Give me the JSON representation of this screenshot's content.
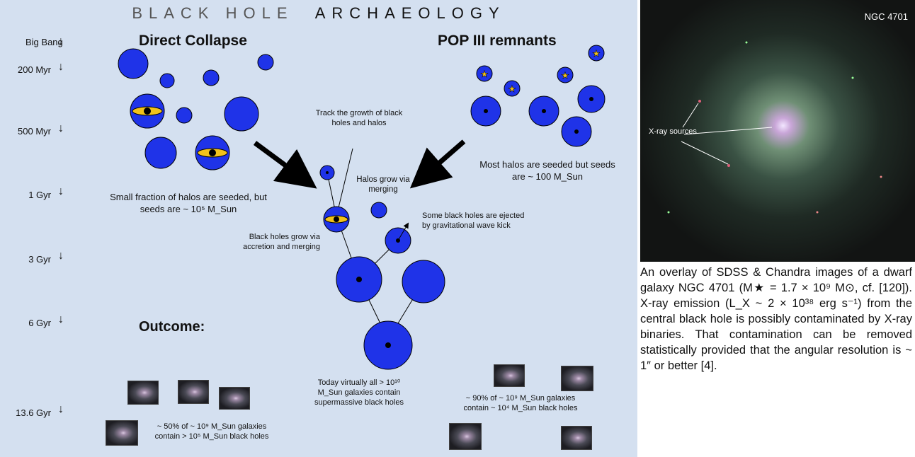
{
  "title_part1": "BLACK HOLE",
  "title_part2": "ARCHAEOLOGY",
  "direct_collapse": "Direct Collapse",
  "pop3": "POP III remnants",
  "timeline": {
    "big_bang": "Big Bang",
    "labels": [
      "200 Myr",
      "500 Myr",
      "1 Gyr",
      "3 Gyr",
      "6 Gyr",
      "13.6 Gyr"
    ],
    "arrow": "↓"
  },
  "dc_note": "Small fraction of halos are seeded, but seeds are ~ 10⁵ M_Sun",
  "pop3_note": "Most halos are seeded but seeds are ~ 100 M_Sun",
  "track_note": "Track the growth of black holes and halos",
  "halos_merge": "Halos grow via merging",
  "ejected_note": "Some black holes are ejected by gravitational wave kick",
  "bh_grow": "Black holes grow via accretion and merging",
  "outcome": "Outcome:",
  "today_note": "Today virtually all > 10¹⁰ M_Sun galaxies contain supermassive black holes",
  "dc_outcome": "~ 50% of ~ 10⁹ M_Sun galaxies contain > 10⁵ M_Sun black holes",
  "pop3_outcome": "~ 90% of ~ 10⁹ M_Sun galaxies contain ~ 10⁴ M_Sun black holes",
  "photo_label": "NGC 4701",
  "xray_label": "X-ray sources",
  "caption": "An overlay of SDSS & Chandra images of a dwarf galaxy NGC 4701 (M★ = 1.7 × 10⁹ M⊙, cf. [120]). X-ray emission (L_X ~ 2 × 10³⁸ erg s⁻¹) from the central black hole is possibly contaminated by X-ray binaries. That contamination can be removed statistically provided that the angular resolution is ~ 1″ or better [4].",
  "colors": {
    "panel_bg": "#d4e0f0",
    "halo_blue": "#1f33e8",
    "bh_black": "#000000",
    "disk_yellow": "#f2c21a"
  }
}
